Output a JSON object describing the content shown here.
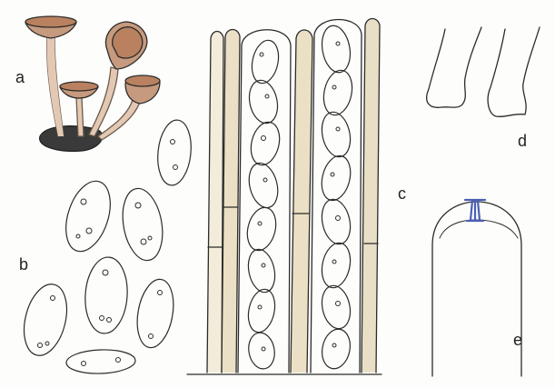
{
  "panels": {
    "a": {
      "label": "a"
    },
    "b": {
      "label": "b"
    },
    "c": {
      "label": "c"
    },
    "d": {
      "label": "d"
    },
    "e": {
      "label": "e"
    }
  },
  "colors": {
    "ink": "#2b2b2b",
    "cup_brown": "#b9815f",
    "cup_rim": "#c69a7e",
    "stalk": "#e3c9b4",
    "base_dark": "#3a3a3a",
    "paraphysis_tint": "#e9dfc6",
    "apical_ring_blue": "#4a5fb5"
  }
}
